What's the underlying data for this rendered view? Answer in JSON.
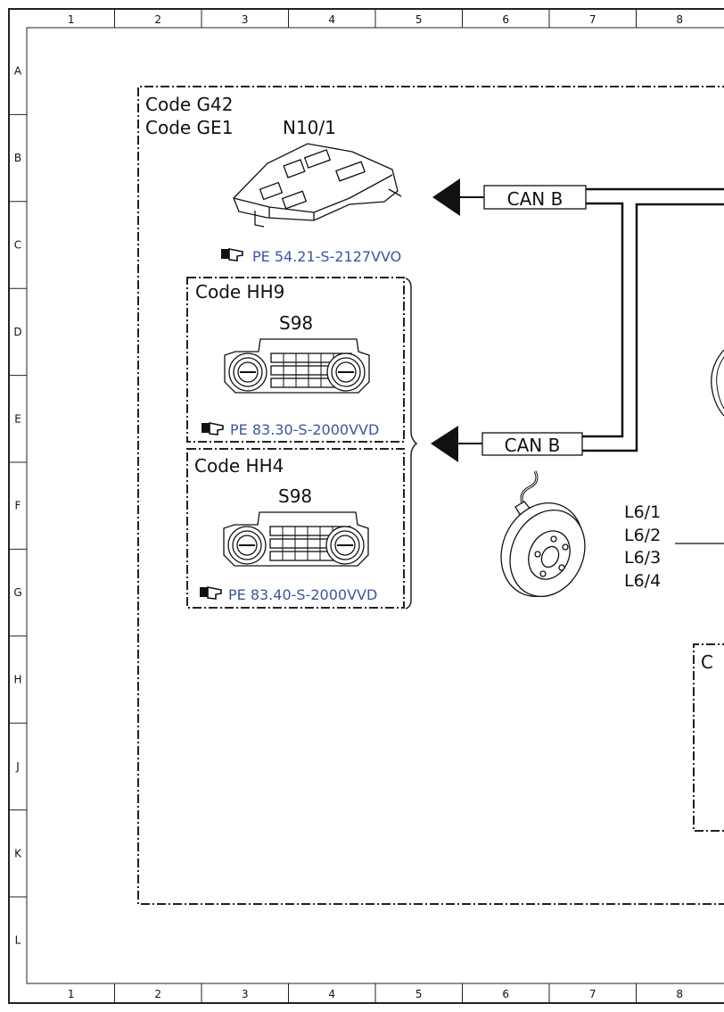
{
  "grid": {
    "columns": [
      "1",
      "2",
      "3",
      "4",
      "5",
      "6",
      "7",
      "8"
    ],
    "rows": [
      "A",
      "B",
      "C",
      "D",
      "E",
      "F",
      "G",
      "H",
      "J",
      "K",
      "L"
    ]
  },
  "outer_group": {
    "code_lines": [
      "Code G42",
      "Code GE1"
    ],
    "component": "N10/1",
    "ref": "PE 54.21-S-2127VVO"
  },
  "sub_groups": [
    {
      "code": "Code HH9",
      "component": "S98",
      "ref": "PE 83.30-S-2000VVD"
    },
    {
      "code": "Code HH4",
      "component": "S98",
      "ref": "PE 83.40-S-2000VVD"
    }
  ],
  "bus": {
    "upper_label": "CAN B",
    "lower_label": "CAN B"
  },
  "sensor": {
    "labels": [
      "L6/1",
      "L6/2",
      "L6/3",
      "L6/4"
    ]
  },
  "right_box_partial": {
    "code_fragment": "C"
  },
  "icons": {
    "ref": "pointing-hand-icon"
  },
  "colors": {
    "ref_text": "#3b55a0",
    "line": "#111111"
  }
}
